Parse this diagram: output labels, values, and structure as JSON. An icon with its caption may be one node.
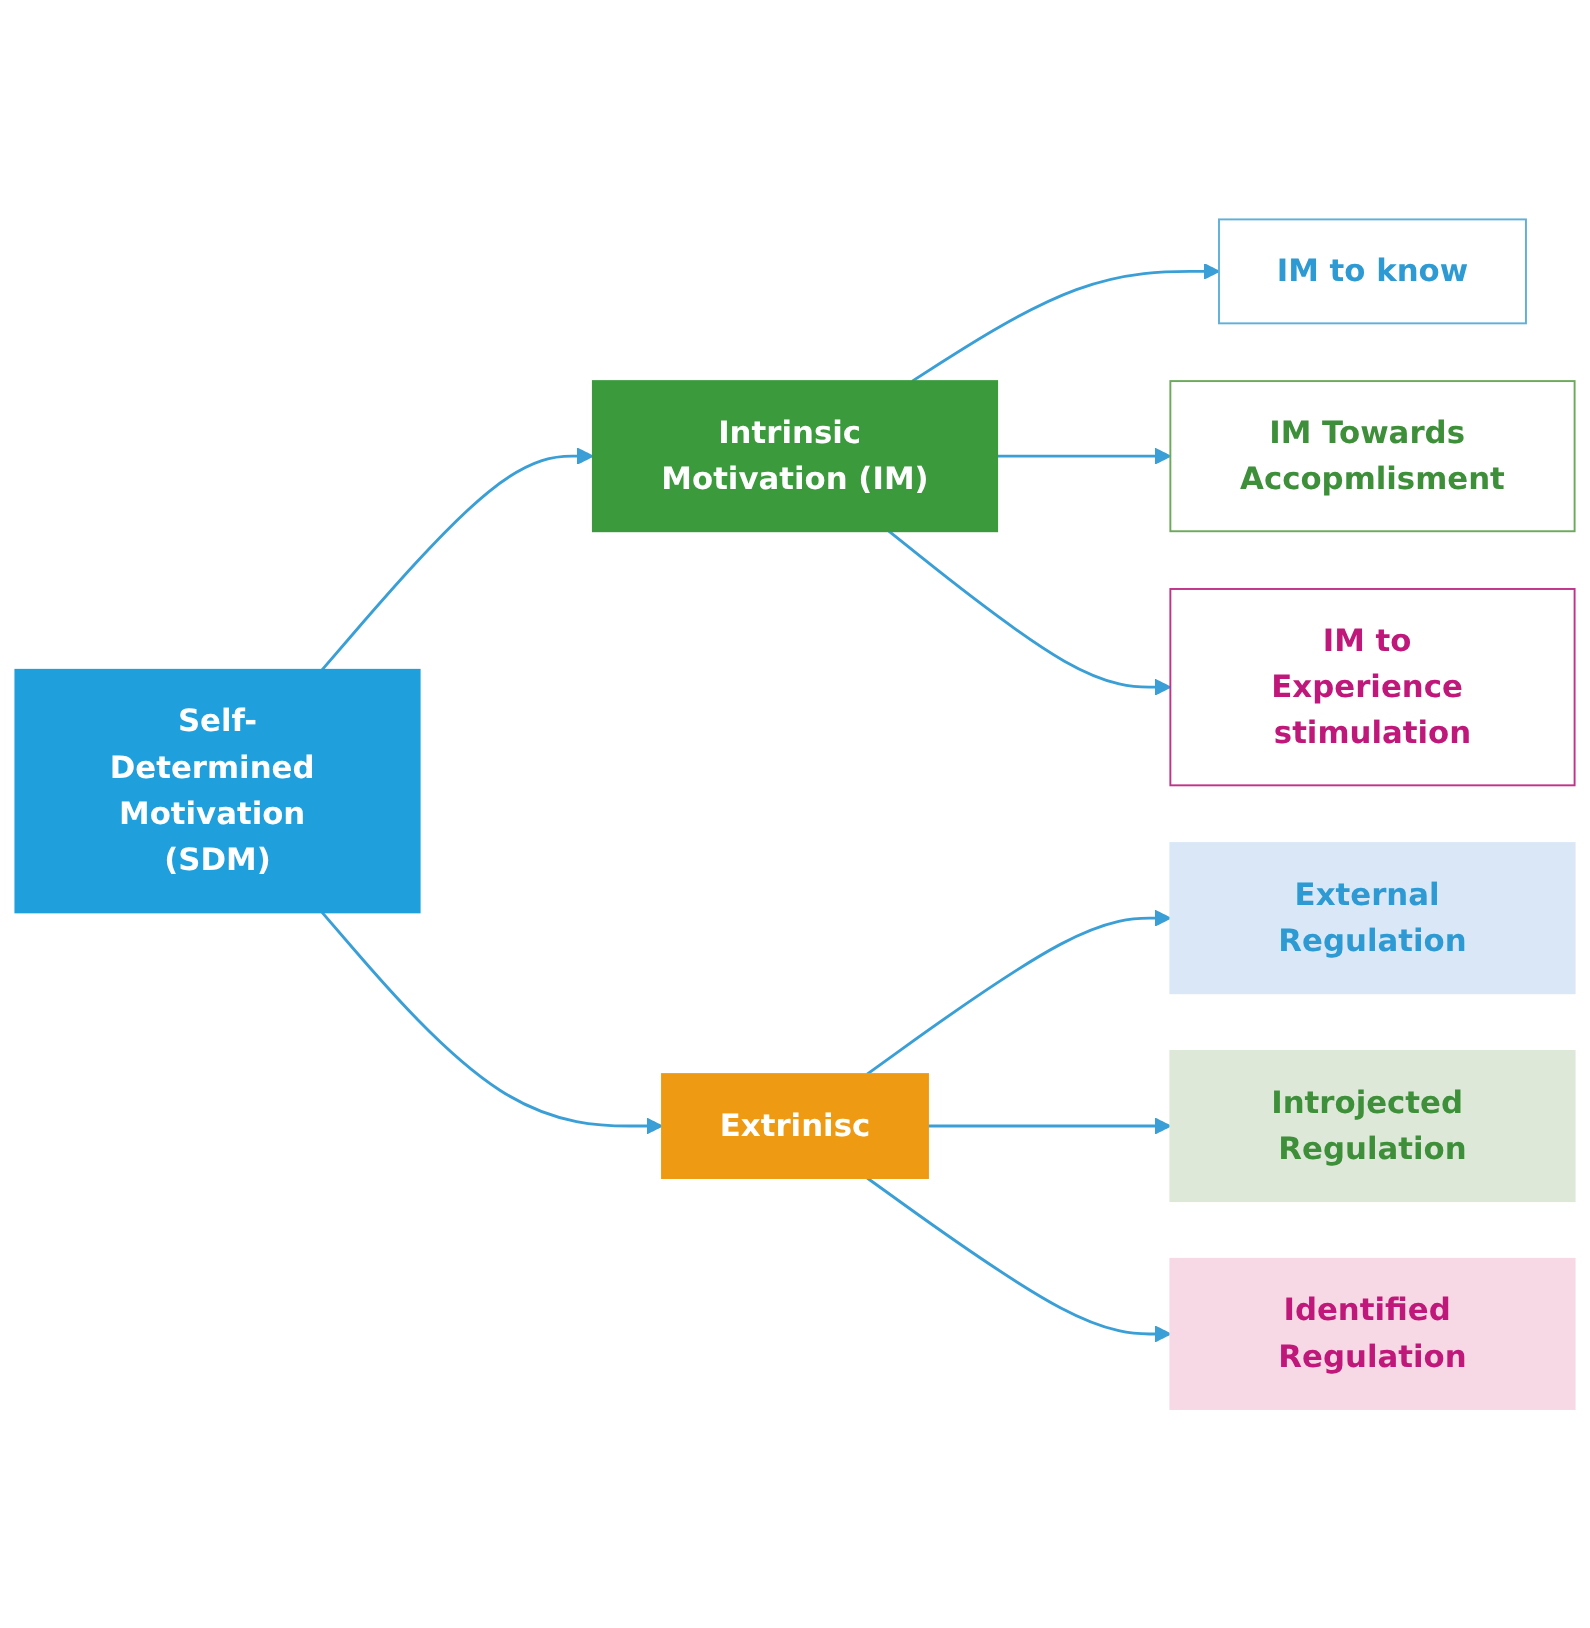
{
  "diagram": {
    "nodes": [
      {
        "text": [
          "Self-Determined Motivation (SDM)"
        ]
      },
      {
        "text": [
          "Intrinsic Motivation (IM)"
        ]
      },
      {
        "text": [
          "IM to know"
        ]
      },
      {
        "text": [
          "IM Towards Accopmlisment"
        ]
      },
      {
        "text": [
          "IM to Experience stimulation"
        ]
      },
      {
        "text": [
          "Extrinisc"
        ]
      },
      {
        "text": [
          "External Regulation"
        ]
      },
      {
        "text": [
          "Introjected Regulation"
        ]
      },
      {
        "text": [
          "Identified Regulation"
        ]
      }
    ],
    "edges": [
      {
        "from": 0,
        "to": 1,
        "arrow": "to"
      },
      {
        "from": 0,
        "to": 5,
        "arrow": "to"
      },
      {
        "from": 1,
        "to": 2,
        "arrow": "to"
      },
      {
        "from": 1,
        "to": 3,
        "arrow": "to"
      },
      {
        "from": 1,
        "to": 4,
        "arrow": "to"
      },
      {
        "from": 5,
        "to": 6,
        "arrow": "to"
      },
      {
        "from": 5,
        "to": 7,
        "arrow": "to"
      },
      {
        "from": 5,
        "to": 8,
        "arrow": "to"
      }
    ]
  }
}
